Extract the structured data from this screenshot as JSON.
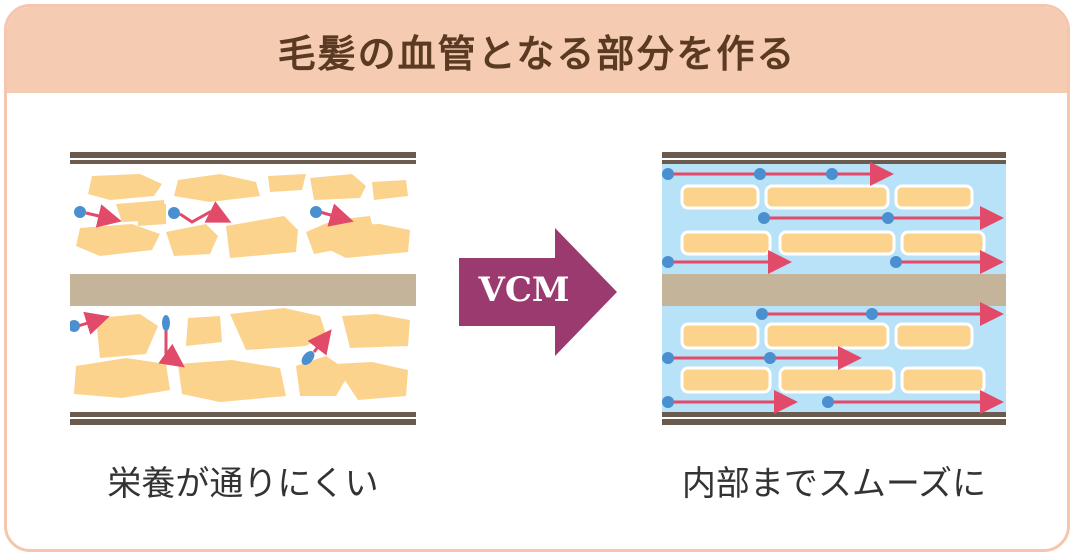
{
  "title": "毛髪の血管となる部分を作る",
  "left_panel": {
    "caption": "栄養が通りにくい"
  },
  "right_panel": {
    "caption": "内部までスムーズに"
  },
  "center_arrow": {
    "label": "VCM"
  },
  "colors": {
    "header_bg": "#f5cbb1",
    "title_text": "#5a3a22",
    "wall_dark": "#6b5a4e",
    "core_band": "#c4b49a",
    "cell_fill": "#fbd38c",
    "channel_blue": "#b7e2f8",
    "nutrient_dot": "#4a8fcf",
    "flow_arrow": "#e24a6a",
    "vcm_arrow": "#9b3a6e"
  }
}
